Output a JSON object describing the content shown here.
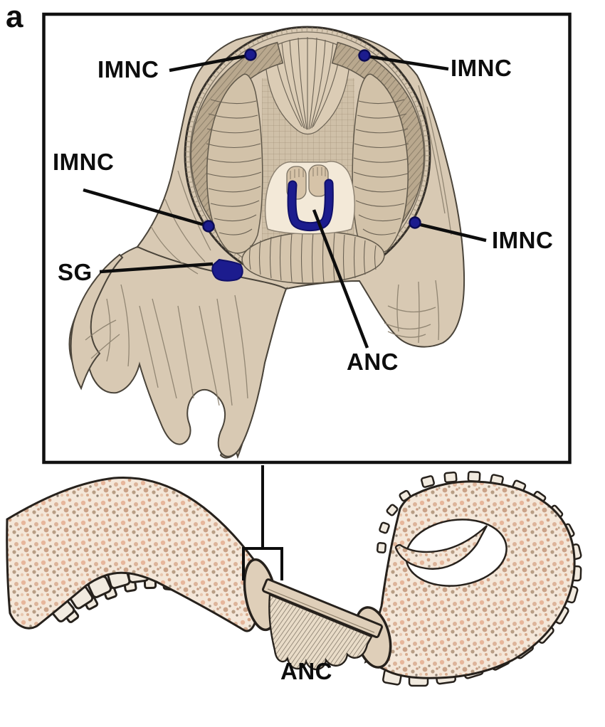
{
  "panel": {
    "label": "a"
  },
  "cross_section": {
    "description_labels": {
      "imnc_top_left": "IMNC",
      "imnc_top_right": "IMNC",
      "imnc_mid_left": "IMNC",
      "imnc_mid_right": "IMNC",
      "sg": "SG",
      "anc": "ANC"
    }
  },
  "arm": {
    "labels": {
      "anc": "ANC"
    }
  },
  "colors": {
    "nerve_blue": "#1c1c8e",
    "nerve_blue_dark": "#10106a",
    "body_tan": "#d8c9b3",
    "muscle_band": "#b9a88e",
    "cream": "#f3e9d8",
    "arm_base": "#f4e7d9",
    "outline_dark": "#26211c",
    "label_color": "#0d0d0d"
  }
}
